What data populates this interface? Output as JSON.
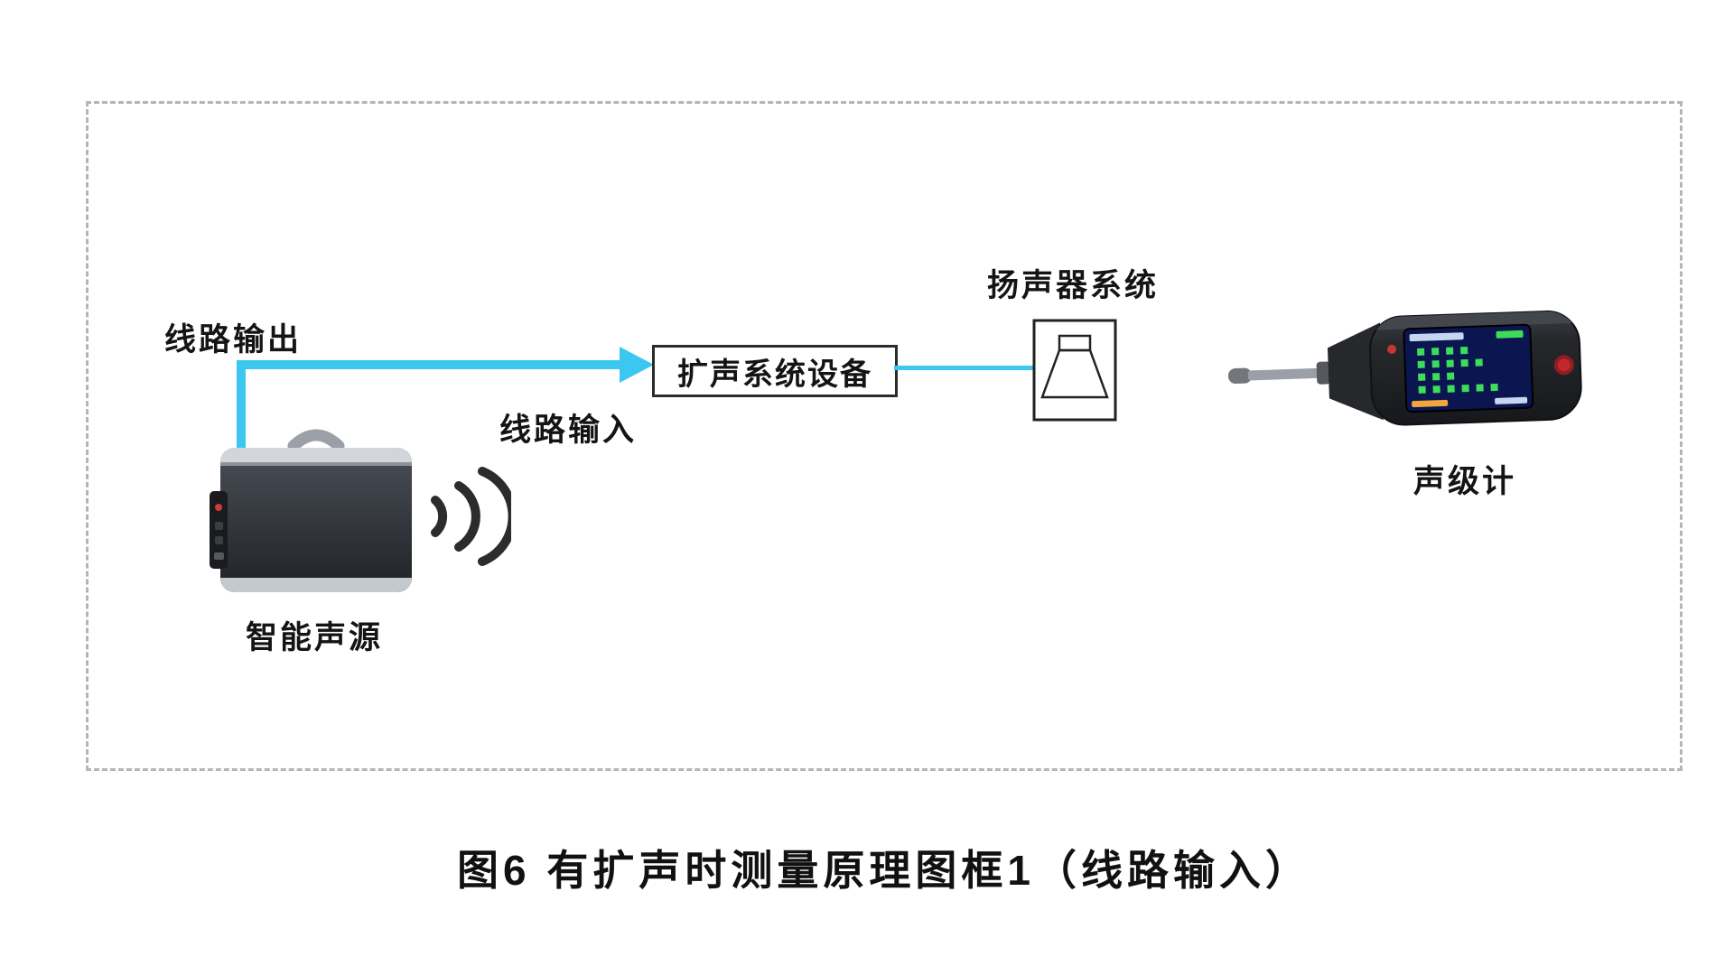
{
  "figure": {
    "caption": "图6 有扩声时测量原理图框1（线路输入）"
  },
  "nodes": {
    "smart_source": {
      "label": "智能声源"
    },
    "pa_system": {
      "label": "扩声系统设备"
    },
    "speaker_system": {
      "label": "扬声器系统"
    },
    "sound_level_meter": {
      "label": "声级计"
    }
  },
  "connections": {
    "line_output_label": "线路输出",
    "line_input_label": "线路输入"
  },
  "colors": {
    "connector_cyan": "#3bc7f0",
    "frame_dash_gray": "#b5b5b5",
    "text_black": "#141414"
  }
}
